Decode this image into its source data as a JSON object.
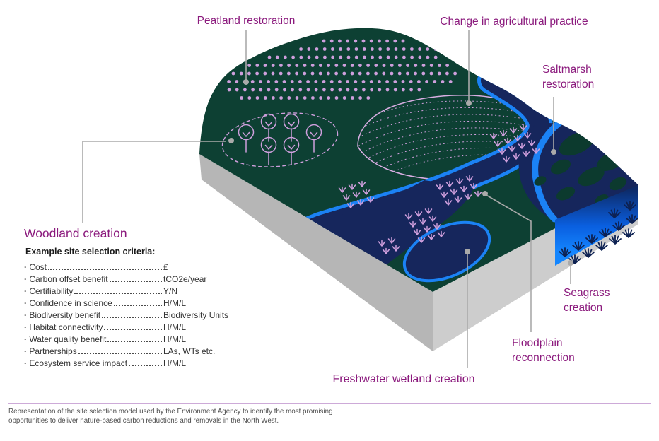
{
  "labels": {
    "peatland": "Peatland restoration",
    "agriculture": "Change in agricultural practice",
    "saltmarsh": "Saltmarsh restoration",
    "woodland": "Woodland creation",
    "seagrass": "Seagrass creation",
    "floodplain": "Floodplain reconnection",
    "freshwater": "Freshwater wetland creation"
  },
  "criteria": {
    "heading": "Example site selection criteria:",
    "items": [
      {
        "label": "Cost",
        "value": "£"
      },
      {
        "label": "Carbon offset benefit",
        "value": "tCO2e/year"
      },
      {
        "label": "Certifiability",
        "value": "Y/N"
      },
      {
        "label": "Confidence in science",
        "value": "H/M/L"
      },
      {
        "label": "Biodiversity benefit",
        "value": "Biodiversity Units"
      },
      {
        "label": "Habitat connectivity",
        "value": "H/M/L"
      },
      {
        "label": "Water quality benefit",
        "value": "H/M/L"
      },
      {
        "label": "Partnerships",
        "value": "LAs, WTs etc."
      },
      {
        "label": "Ecosystem service impact",
        "value": "H/M/L"
      }
    ]
  },
  "caption": {
    "text": "Representation of the site selection model used by the Environment Agency to identify the most promising opportunities to deliver nature-based carbon reductions and removals in the North West."
  },
  "icons": [
    "tree-icon",
    "marsh-plant-icon",
    "seagrass-tuft-icon",
    "peat-dot-icon",
    "leader-dot-icon"
  ],
  "colors": {
    "purple": "#8b1a7d",
    "green": "#0d4033",
    "marsh": "#0c3a2e",
    "navy": "#16265c",
    "blue": "#1b82f5",
    "sea_top": "#0d2a68",
    "sea_mid": "#0a5fe0",
    "sea_bottom": "#1486ff",
    "lilac": "#cf9fdd",
    "field": "#d9aee3",
    "greyL": "#b6b6b6",
    "greyR": "#cdcdcd",
    "leader": "#aaaaaa",
    "divider": "#cdaad8"
  }
}
